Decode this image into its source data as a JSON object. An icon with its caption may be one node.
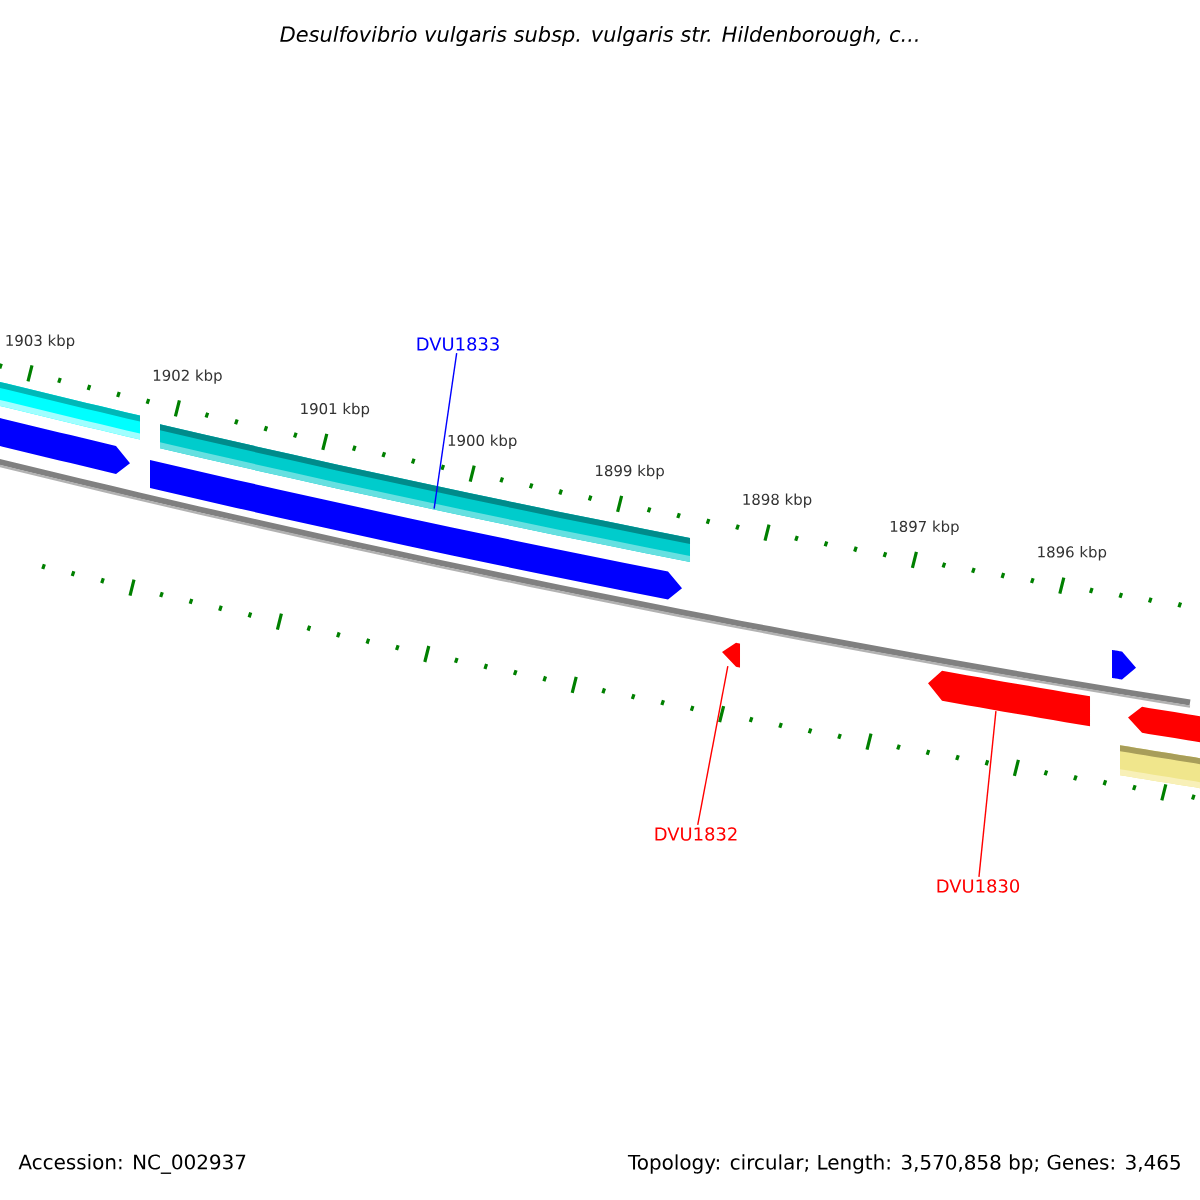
{
  "diagram": {
    "title": "Desulfovibrio vulgaris subsp. vulgaris str. Hildenborough, c...",
    "nodes": [
      {
        "text": [
          "DVU1833"
        ]
      },
      {
        "text": [],
        "shape": "bar"
      },
      {
        "text": [
          "DVU1832"
        ]
      },
      {
        "text": [],
        "shape": "bar"
      },
      {
        "text": [
          "DVU1830"
        ]
      },
      {
        "text": [],
        "shape": "bar"
      }
    ],
    "edges": [
      {
        "from": 0,
        "to": 1,
        "arrow": "none",
        "color": "#0000ff"
      },
      {
        "from": 2,
        "to": 3,
        "arrow": "none",
        "color": "#ff0000"
      },
      {
        "from": 4,
        "to": 5,
        "arrow": "none",
        "color": "#ff0000"
      }
    ],
    "labels": [
      "1903 kbp",
      "1902 kbp",
      "1901 kbp",
      "1900 kbp",
      "1899 kbp",
      "1898 kbp",
      "1897 kbp",
      "1896 kbp",
      "Accession: NC_002937",
      "Topology: circular; Length: 3,570,858 bp; Genes: 3,465"
    ]
  }
}
